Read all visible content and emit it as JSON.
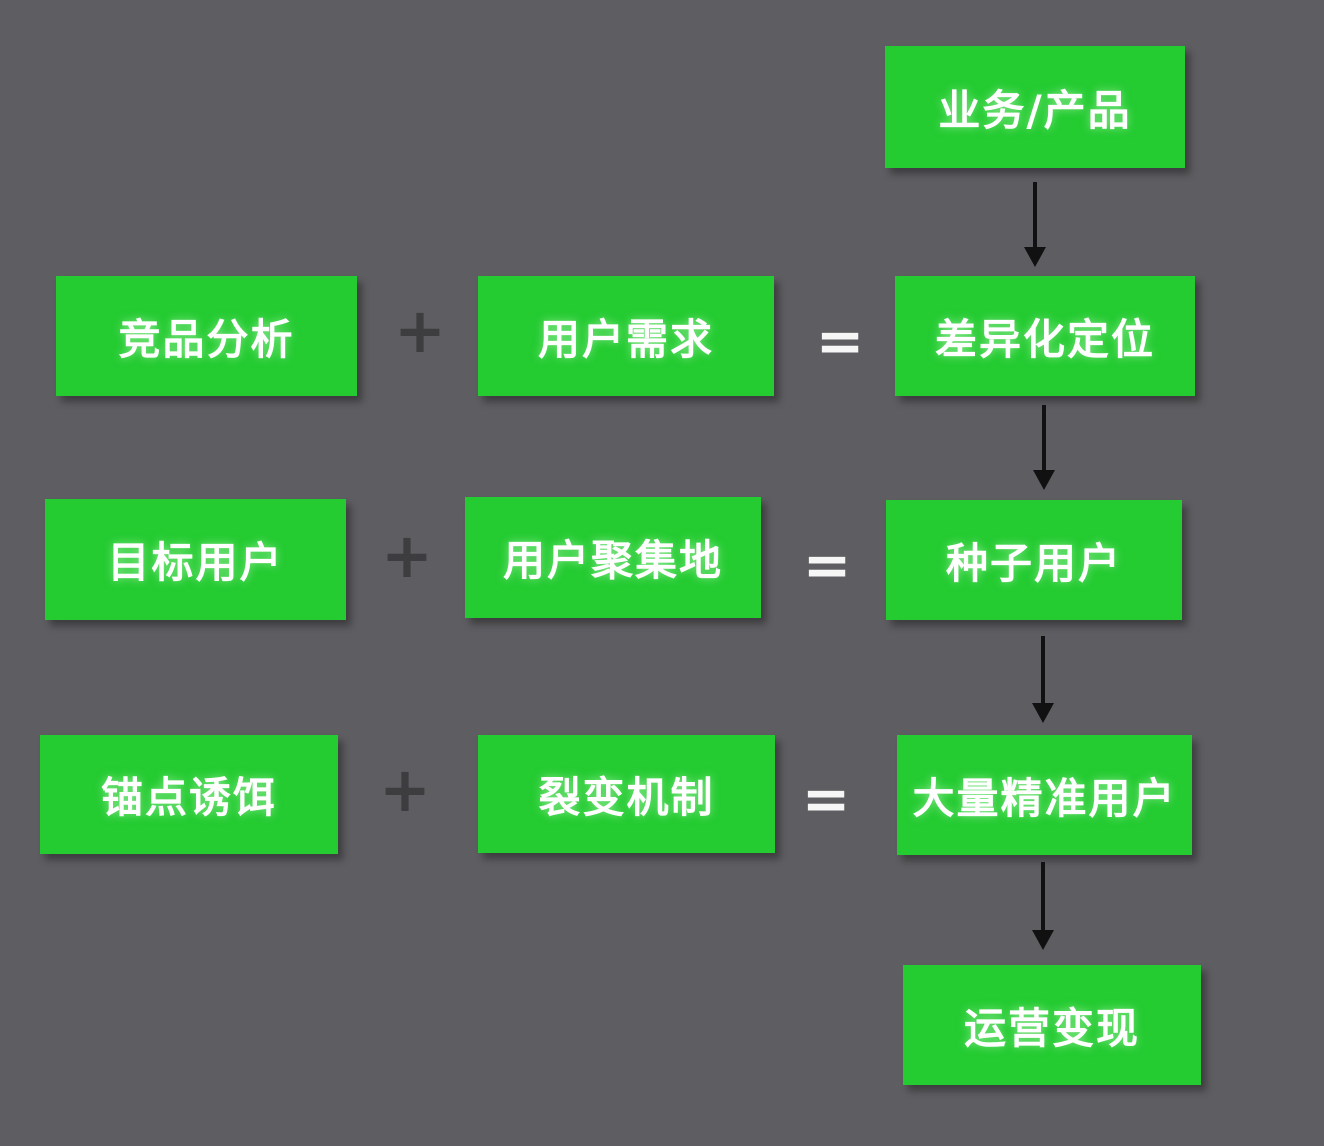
{
  "colors": {
    "background": "#5e5e62",
    "node_fill": "#24cb31",
    "node_text": "#ffffff",
    "plus_sign": "#3d3d40",
    "equals_sign": "#f6f6f6",
    "arrow": "#111111"
  },
  "flowchart": {
    "source_node": {
      "label": "业务/产品"
    },
    "rows": [
      {
        "left": "竞品分析",
        "middle": "用户需求",
        "result": "差异化定位"
      },
      {
        "left": "目标用户",
        "middle": "用户聚集地",
        "result": "种子用户"
      },
      {
        "left": "锚点诱饵",
        "middle": "裂变机制",
        "result": "大量精准用户"
      }
    ],
    "sink_node": {
      "label": "运营变现"
    },
    "operators": {
      "plus": "+",
      "equals": "="
    }
  }
}
